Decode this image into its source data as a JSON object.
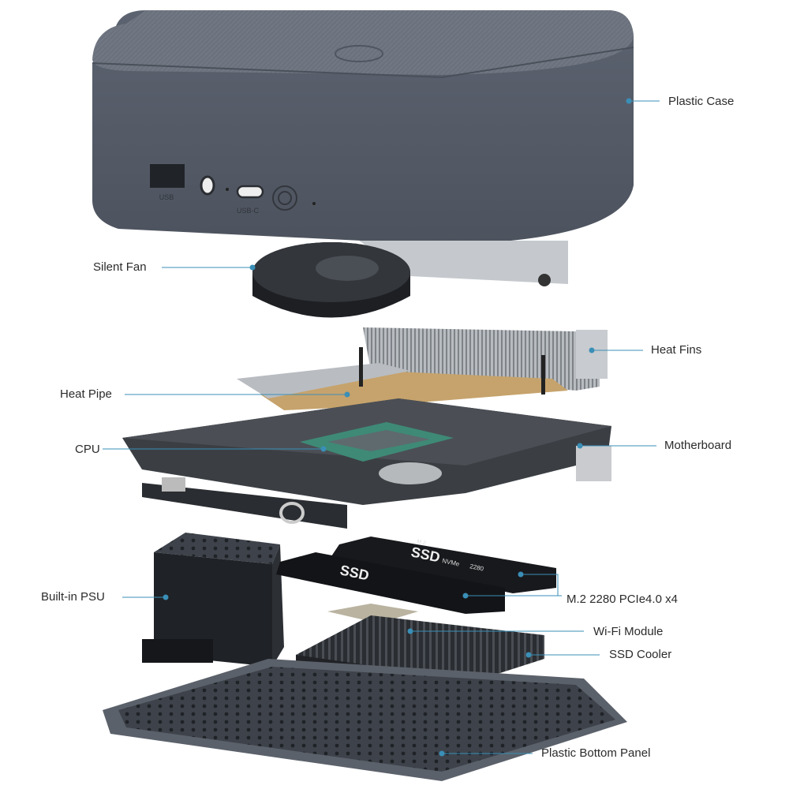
{
  "labels": {
    "plastic_case": "Plastic Case",
    "silent_fan": "Silent Fan",
    "heat_fins": "Heat Fins",
    "heat_pipe": "Heat Pipe",
    "cpu": "CPU",
    "motherboard": "Motherboard",
    "psu": "Built-in PSU",
    "m2": "M.2 2280 PCIe4.0 x4",
    "wifi": "Wi-Fi Module",
    "ssd_cooler": "SSD Cooler",
    "bottom_panel": "Plastic Bottom Panel"
  },
  "ports": {
    "usb": "USB",
    "usb_c": "USB-C"
  },
  "ssd_text": {
    "brand": "SSD",
    "type": "NVMe",
    "size": "2280",
    "form": "M.2"
  },
  "colors": {
    "leader_line": "#3a8fb7",
    "case": "#5d6470",
    "case_top": "#6e7580"
  }
}
